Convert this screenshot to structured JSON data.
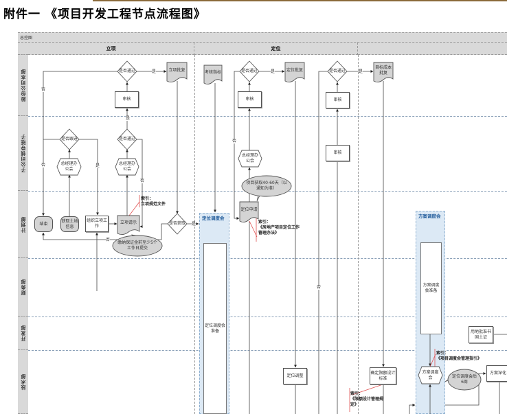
{
  "title": "附件一 《项目开发工程节点流程图》",
  "diagram": {
    "header": "总控图",
    "phases": [
      "立项",
      "定位",
      ""
    ],
    "lanes": [
      "股份公司本部",
      "子公司领导班子",
      "计划部",
      "财务部",
      "开发部",
      "技术部"
    ],
    "yes": "是",
    "no": "否"
  },
  "nodes": {
    "lx_pass": "是否通过",
    "lx_approve": "立项批复",
    "lx_review": "审核",
    "lx_follow": "是否跟进",
    "lx_gm1": "总经理办公会",
    "lx_pass2": "是否通过",
    "lx_gm2": "总经理办公会",
    "end": "结束",
    "get_land": "获取土地信息",
    "organize": "组织立项工作",
    "lx_request": "立项请示",
    "acquired": "是否获取",
    "lx_index": "索引：\n立项规范文件",
    "lx_callout": "缴纳保证金前至少5个工作日提交",
    "dw_kpi": "考核指标",
    "dw_pass": "是否通过",
    "dw_approve": "定位批复",
    "dw_review": "审核",
    "dw_gm": "总经理办公会",
    "dw_callout": "项目获取40-60天（以通知为准）",
    "dw_request": "定位申请",
    "dw_index": "索引：\n《房地产项目定位工作管理办法》",
    "dw_meeting": "定位调度会",
    "dw_prep": "定位调度会准备",
    "dw_adjust": "定位调整",
    "c_pass": "是否通过",
    "c_review1": "审核",
    "c_review2": "审核",
    "cost_approve": "目标成本批复",
    "limit_std": "确定限额设计标准",
    "limit_index": "索引：\n《限额设计管理规定》",
    "fa_meeting_panel": "方案调度会",
    "fa_prep": "方案调度会准备",
    "fa_meeting": "方案调度会",
    "fa_index": "索引：\n《项目调度会管理指引》",
    "fa_callout": "定位调度会后6周",
    "land_cert": "用地批准书国土证",
    "fa_deepen": "方案深化"
  },
  "colors": {
    "lane_header": "#d9d9d9",
    "panel": "#dce9f5",
    "doc_fill": "#d4d4d4",
    "index_line": "#e05050",
    "top_rule": "#8a6a3a"
  }
}
